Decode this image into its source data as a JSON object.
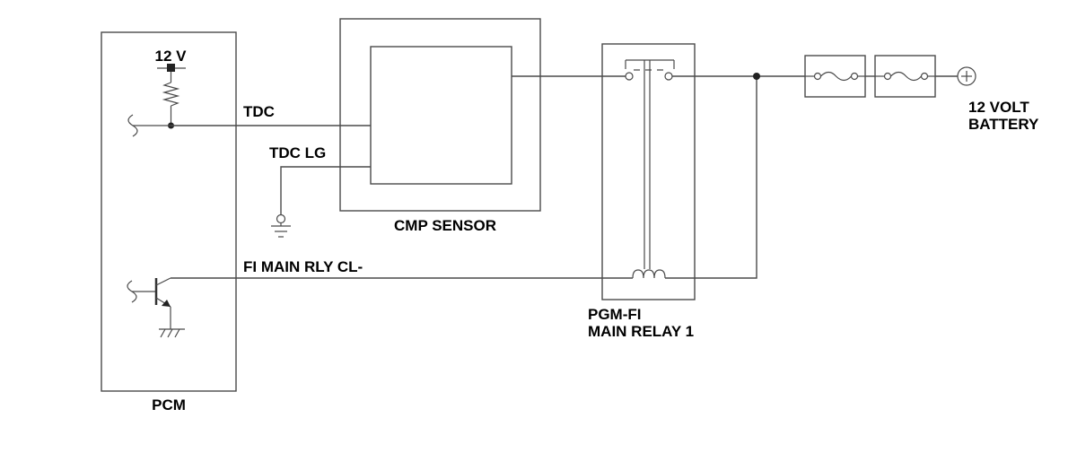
{
  "labels": {
    "pcm_supply": "12 V",
    "tdc": "TDC",
    "tdc_lg": "TDC LG",
    "cmp_sensor": "CMP SENSOR",
    "fi_main_rly": "FI MAIN RLY CL-",
    "pcm": "PCM",
    "relay_line1": "PGM-FI",
    "relay_line2": "MAIN RELAY 1",
    "battery_line1": "12 VOLT",
    "battery_line2": "BATTERY"
  },
  "colors": {
    "line": "#4a4a4a",
    "text": "#000000",
    "background": "#ffffff"
  }
}
